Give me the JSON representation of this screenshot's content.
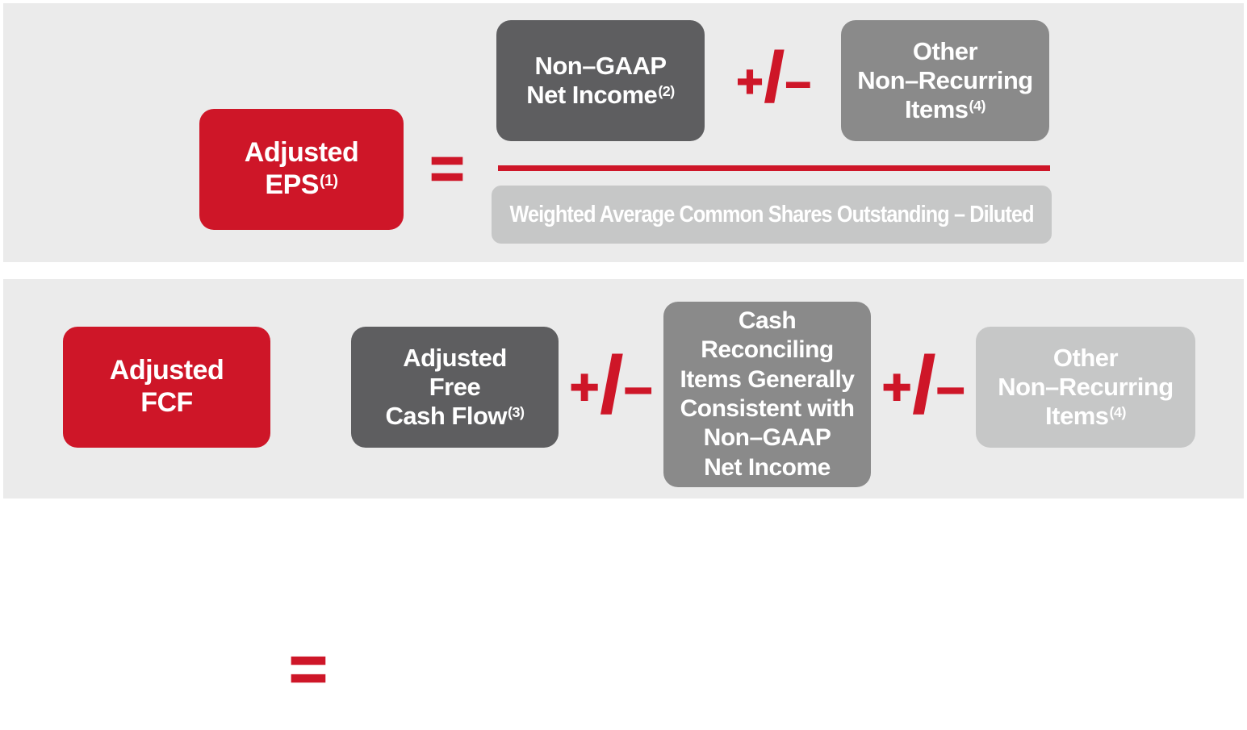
{
  "colors": {
    "accent_red": "#ce1628",
    "dark_gray_box": "#5e5e60",
    "medium_gray_box": "#8a8a8a",
    "light_gray_box": "#c6c7c7",
    "panel_background": "#ebebeb",
    "box_text": "#ffffff"
  },
  "eps_formula": {
    "result_box": {
      "line1": "Adjusted",
      "line2": "EPS",
      "sup": "(1)"
    },
    "equals": "=",
    "numerator": {
      "net_income_box": {
        "line1": "Non–GAAP",
        "line2": "Net Income",
        "sup": "(2)"
      },
      "operator": {
        "plus": "+",
        "slash": "/",
        "minus": "–"
      },
      "other_items_box": {
        "line1": "Other",
        "line2": "Non–Recurring",
        "line3": "Items",
        "sup": "(4)"
      }
    },
    "denominator_box": {
      "label": "Weighted Average Common Shares Outstanding – Diluted"
    }
  },
  "fcf_formula": {
    "result_box": {
      "line1": "Adjusted",
      "line2": "FCF"
    },
    "equals": "=",
    "free_cash_flow_box": {
      "line1": "Adjusted",
      "line2": "Free",
      "line3": "Cash Flow",
      "sup": "(3)"
    },
    "operator1": {
      "plus": "+",
      "slash": "/",
      "minus": "–"
    },
    "reconciling_box": {
      "line1": "Cash",
      "line2": "Reconciling",
      "line3": "Items Generally",
      "line4": "Consistent with",
      "line5": "Non–GAAP",
      "line6": "Net Income"
    },
    "operator2": {
      "plus": "+",
      "slash": "/",
      "minus": "–"
    },
    "other_items_box": {
      "line1": "Other",
      "line2": "Non–Recurring",
      "line3": "Items",
      "sup": "(4)"
    }
  }
}
